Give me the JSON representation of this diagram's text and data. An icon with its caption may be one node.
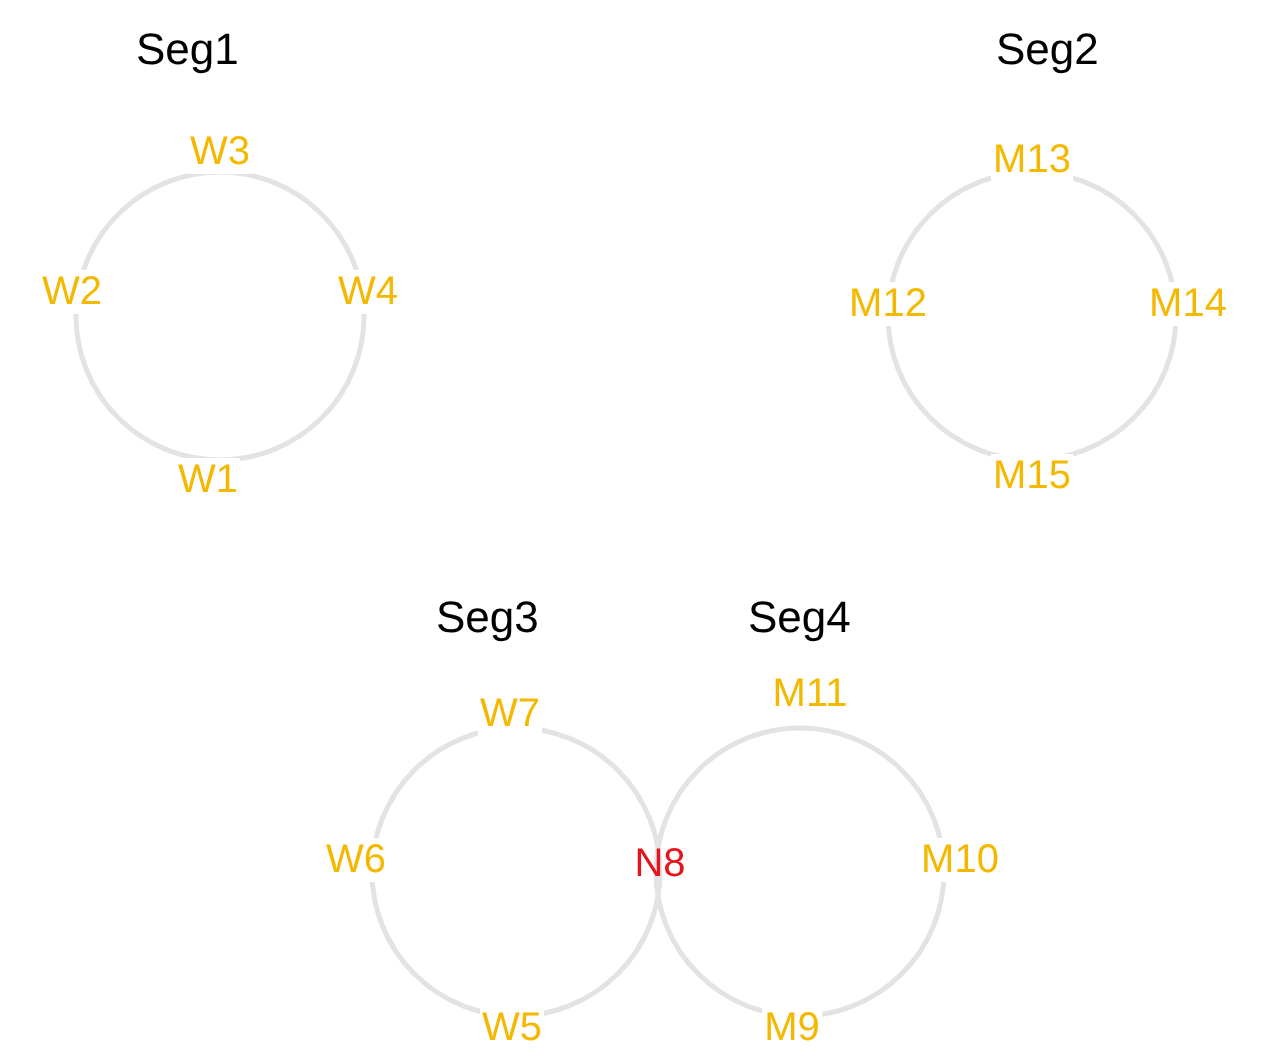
{
  "diagram": {
    "nodes": [
      {
        "text": [
          "Seg1"
        ],
        "beside": [
          "W3",
          "W2",
          "W4",
          "W1"
        ]
      },
      {
        "text": [
          "Seg2"
        ],
        "beside": [
          "M13",
          "M12",
          "M14",
          "M15"
        ]
      },
      {
        "text": [
          "Seg3"
        ],
        "beside": [
          "W7",
          "W6",
          "W5"
        ]
      },
      {
        "text": [
          "Seg4"
        ],
        "beside": [
          "M11",
          "M10",
          "M9"
        ]
      }
    ],
    "labels": [
      "N8"
    ]
  }
}
